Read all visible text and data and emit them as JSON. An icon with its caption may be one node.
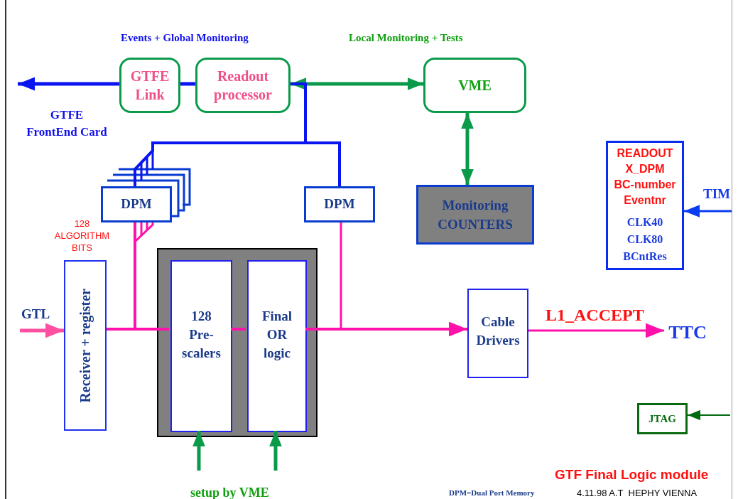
{
  "diagram": {
    "title": "GTF Final Logic module",
    "nodes": [
      {
        "text": [
          "GTFE Link"
        ]
      },
      {
        "text": [
          "Readout processor"
        ]
      },
      {
        "text": [
          "VME"
        ]
      },
      {
        "text": [
          "DPM"
        ]
      },
      {
        "text": [
          "DPM"
        ]
      },
      {
        "text": [
          "Monitoring COUNTERS"
        ]
      },
      {
        "text": [
          "READOUT X_DPM BC-number Eventnr",
          "CLK40 CLK80 BCntRes"
        ]
      },
      {
        "text": [
          "Receiver + register"
        ]
      },
      {
        "text": [],
        "shape": "box"
      },
      {
        "text": [
          "128 Pre- scalers"
        ],
        "in": 8
      },
      {
        "text": [
          "Final OR logic"
        ],
        "in": 8
      },
      {
        "text": [
          "Cable Drivers"
        ]
      },
      {
        "text": [
          "TTC"
        ]
      },
      {
        "text": [
          "JTAG"
        ]
      }
    ],
    "edges": [
      {
        "from": 0,
        "to": null,
        "arrow": "to",
        "color": "#0a14f0"
      },
      {
        "from": 1,
        "to": 0,
        "arrow": "none",
        "color": "#0a14f0"
      },
      {
        "from": 1,
        "to": 2,
        "arrow": "both",
        "color": "#0a9a4a"
      },
      {
        "from": 2,
        "to": 5,
        "arrow": "both",
        "color": "#0a9a4a"
      },
      {
        "from": 1,
        "to": 3,
        "arrow": "none",
        "color": "#0a14f0"
      },
      {
        "from": 1,
        "to": 4,
        "arrow": "none",
        "color": "#0a14f0"
      },
      {
        "from": 7,
        "to": 3,
        "arrow": "none",
        "color": "#ff11aa"
      },
      {
        "from": 7,
        "to": 9,
        "arrow": "none",
        "color": "#ff11aa"
      },
      {
        "from": 9,
        "to": 10,
        "arrow": "none",
        "color": "#ff11aa"
      },
      {
        "from": 10,
        "to": 11,
        "arrow": "to",
        "color": "#ff11aa"
      },
      {
        "from": 10,
        "to": 4,
        "arrow": "none",
        "color": "#ff11aa"
      },
      {
        "from": 11,
        "to": 12,
        "arrow": "to",
        "label": "L1_ACCEPT",
        "color": "#ff11aa"
      },
      {
        "from": null,
        "to": 7,
        "arrow": "to",
        "color": "#ff4fa0"
      },
      {
        "from": null,
        "to": 6,
        "arrow": "to",
        "color": "#0a3cf0"
      },
      {
        "from": null,
        "to": 13,
        "arrow": "to",
        "color": "#006a10"
      },
      {
        "from": null,
        "to": 9,
        "arrow": "to",
        "color": "#0a9a4a"
      },
      {
        "from": null,
        "to": 10,
        "arrow": "to",
        "color": "#0a9a4a"
      }
    ],
    "labels": [
      "Events + Global Monitoring",
      "Local Monitoring + Tests",
      "GTFE FrontEnd Card",
      "128 ALGORITHM BITS",
      "GTL",
      "TIM",
      "setup by VME",
      "DPM=Dual Port Memory",
      "4.11.98 A.T  HEPHY VIENNA"
    ]
  }
}
